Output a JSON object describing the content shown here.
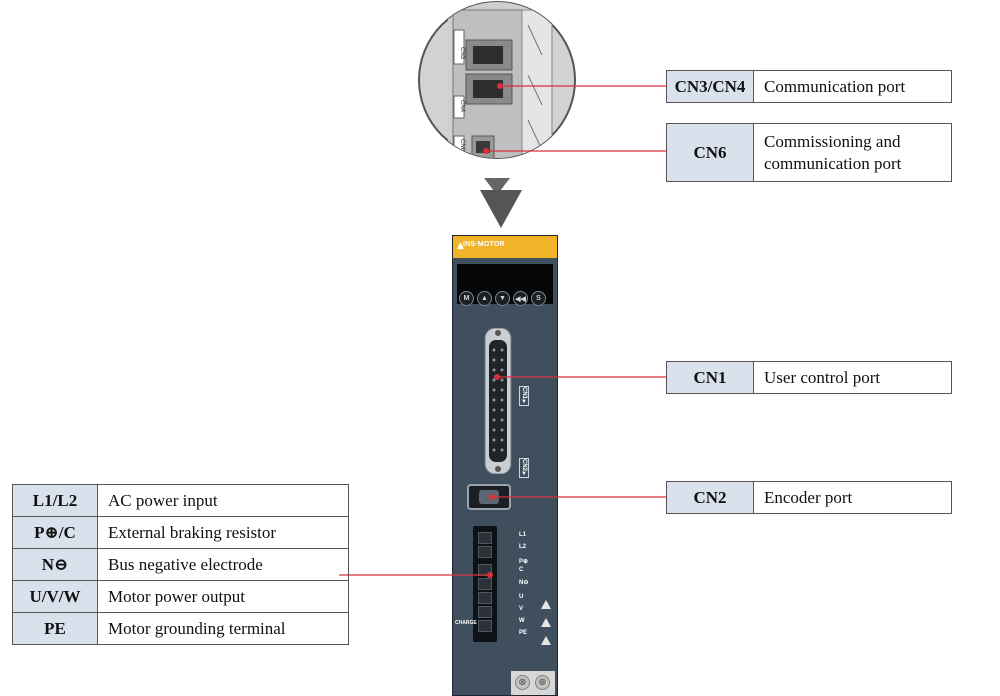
{
  "callouts": {
    "cn3_cn4": {
      "code": "CN3/CN4",
      "desc": "Communication port"
    },
    "cn6": {
      "code": "CN6",
      "desc_line1": "Commissioning and",
      "desc_line2": "communication port"
    },
    "cn1": {
      "code": "CN1",
      "desc": "User control port"
    },
    "cn2": {
      "code": "CN2",
      "desc": "Encoder port"
    }
  },
  "power_terminals": [
    {
      "code": "L1/L2",
      "desc": "AC power input"
    },
    {
      "code": "P⊕/C",
      "desc": "External braking resistor"
    },
    {
      "code": "N⊖",
      "desc": "Bus negative electrode"
    },
    {
      "code": "U/V/W",
      "desc": "Motor power output"
    },
    {
      "code": "PE",
      "desc": "Motor grounding terminal"
    }
  ],
  "drive": {
    "brand": "INS·MOTOR",
    "keys": [
      "M",
      "▲",
      "▼",
      "◀◀",
      "S"
    ],
    "port_tags": {
      "cn1": "CN1▼",
      "cn2": "CN2▼"
    },
    "terminal_labels": [
      "L1",
      "L2",
      "P⊕",
      "C",
      "N⊖",
      "U",
      "V",
      "W",
      "PE"
    ],
    "charge_label": "CHARGE",
    "lens_tags": [
      "CN3",
      "CN4",
      "CN6"
    ]
  },
  "colors": {
    "leader_line": "#d9303a",
    "code_fill": "#d9e1ec",
    "drive_body": "#3f4f5e",
    "drive_top": "#f0b429"
  }
}
